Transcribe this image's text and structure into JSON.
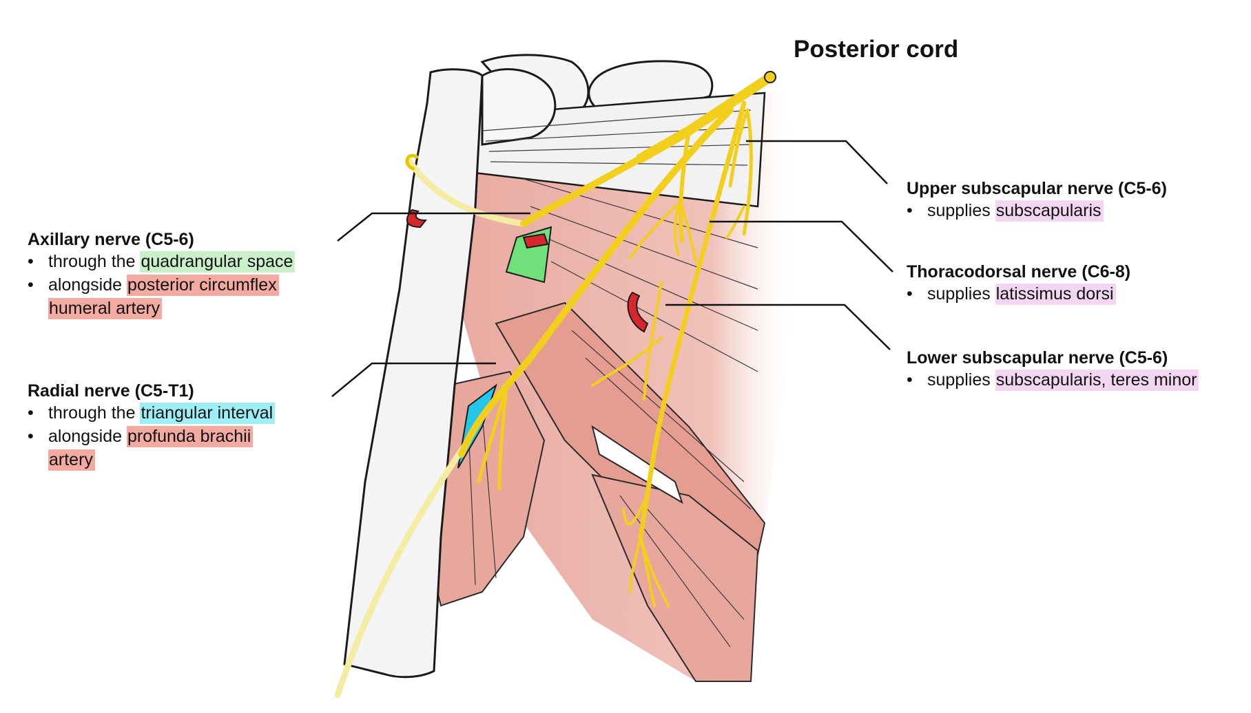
{
  "title": "Posterior cord",
  "bullet": "•",
  "colors": {
    "nerve": "#f2cf1d",
    "nerve_faded": "#f4eca2",
    "muscle": "#e8aaa0",
    "muscle_light": "#f6d6d0",
    "bone": "#f4f4f4",
    "artery": "#d8272c",
    "quadrangular_space": "#6fe07a",
    "triangular_interval": "#24c7ea",
    "hl_green": "#c9f0c9",
    "hl_red": "#f3aaa0",
    "hl_cyan": "#9eeef6",
    "hl_pink": "#f3d6f1"
  },
  "labels": {
    "axillary": {
      "title": "Axillary nerve (C5-6)",
      "line1_pre": "through the",
      "line1_hl": "quadrangular space",
      "line2_pre": "alongside",
      "line2_hl": "posterior circumflex",
      "line2_cont": "humeral artery"
    },
    "radial": {
      "title": "Radial nerve (C5-T1)",
      "line1_pre": "through the",
      "line1_hl": "triangular interval",
      "line2_pre": "alongside",
      "line2_hl": "profunda brachii",
      "line2_cont": "artery"
    },
    "upper_subscapular": {
      "title": "Upper subscapular nerve (C5-6)",
      "line1_pre": "supplies",
      "line1_hl": "subscapularis"
    },
    "thoracodorsal": {
      "title": "Thoracodorsal nerve (C6-8)",
      "line1_pre": "supplies",
      "line1_hl": "latissimus dorsi"
    },
    "lower_subscapular": {
      "title": "Lower subscapular nerve (C5-6)",
      "line1_pre": "supplies",
      "line1_hl": "subscapularis, teres minor"
    }
  }
}
